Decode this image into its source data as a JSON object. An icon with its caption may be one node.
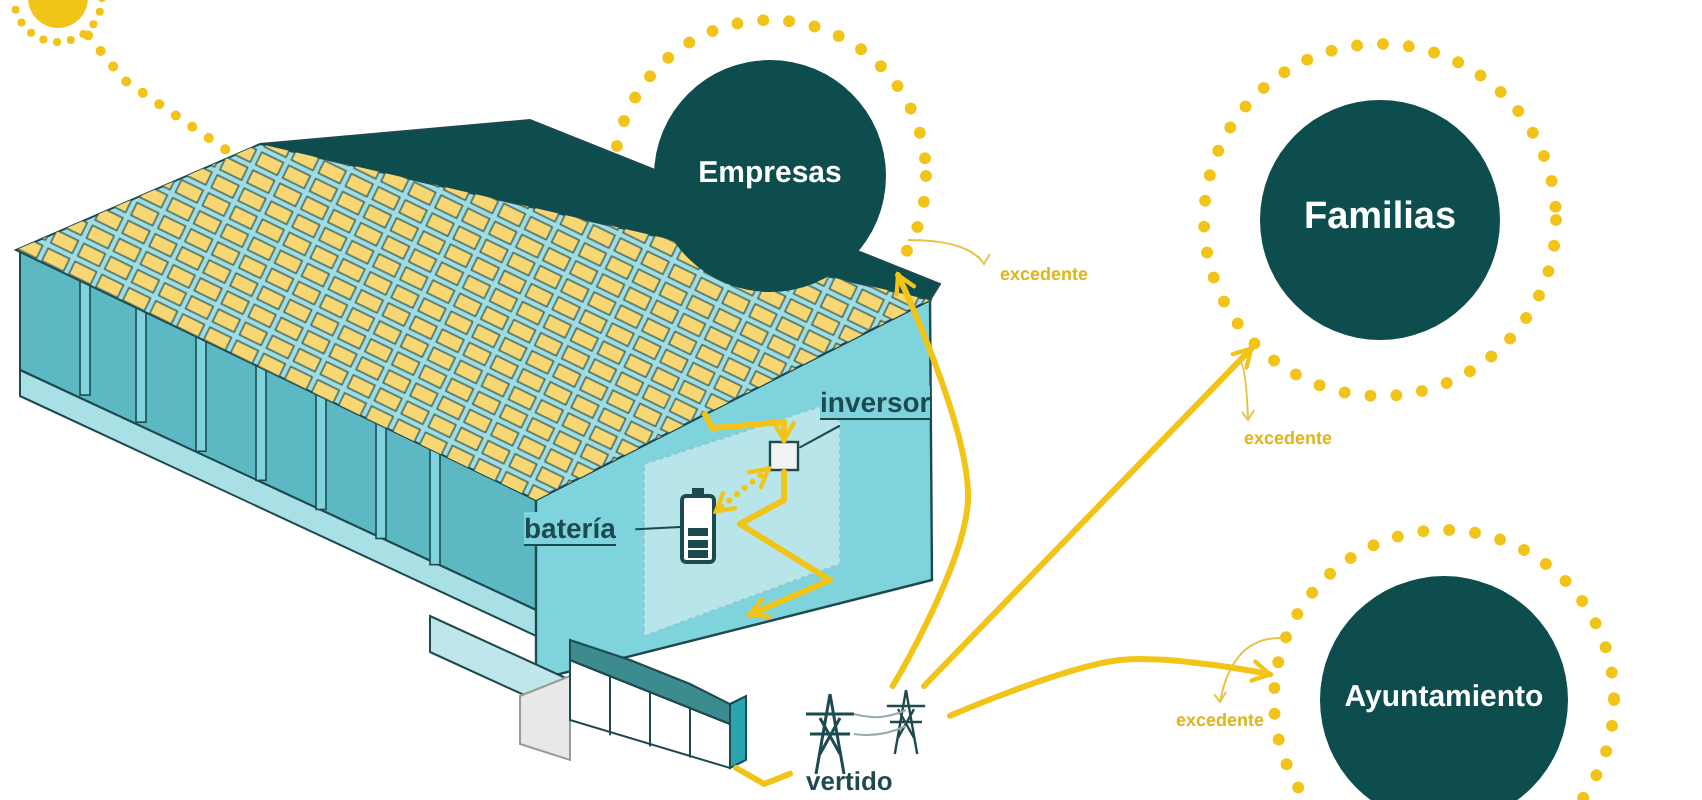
{
  "diagram": {
    "nodes": [
      {
        "text": [],
        "shape": "circle"
      },
      {
        "text": [],
        "shape": "picture"
      },
      {
        "text": [
          "Empresas"
        ]
      },
      {
        "text": [
          "Familias"
        ]
      },
      {
        "text": [
          "Ayuntamiento"
        ]
      },
      {
        "text": [],
        "shape": "box"
      },
      {
        "text": [
          "inversor"
        ]
      },
      {
        "text": [],
        "shape": "picture"
      },
      {
        "text": [
          "batería"
        ]
      },
      {
        "text": [],
        "shape": "picture"
      },
      {
        "text": [
          "vertido"
        ]
      }
    ],
    "edges": [
      {
        "from": 0,
        "to": 1,
        "arrow": "none",
        "style": "dashed"
      },
      {
        "from": 1,
        "to": 5,
        "arrow": "to"
      },
      {
        "from": 5,
        "to": 7,
        "arrow": "both",
        "style": "dashed"
      },
      {
        "from": 5,
        "to": 9,
        "arrow": "to"
      },
      {
        "from": 9,
        "to": 10,
        "arrow": "none"
      },
      {
        "from": 10,
        "to": 2,
        "arrow": "to"
      },
      {
        "from": 10,
        "to": 3,
        "arrow": "to"
      },
      {
        "from": 10,
        "to": 4,
        "arrow": "to"
      },
      {
        "from": 6,
        "to": 5,
        "arrow": "none",
        "color": "#1d4a4f"
      },
      {
        "from": 8,
        "to": 7,
        "arrow": "none",
        "color": "#1d4a4f"
      }
    ],
    "labels": [
      "excedente",
      "excedente",
      "excedente"
    ]
  }
}
